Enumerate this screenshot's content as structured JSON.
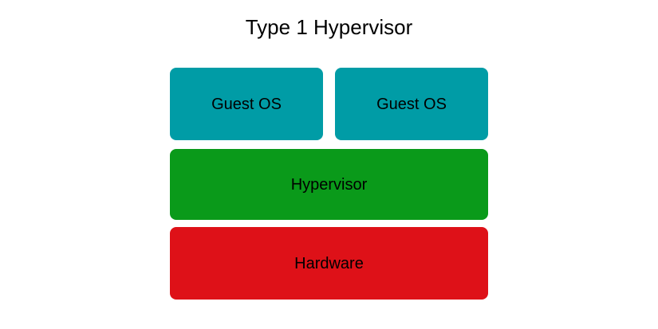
{
  "diagram": {
    "title": "Type 1 Hypervisor",
    "background_color": "#FFFFFF",
    "text_color": "#000000",
    "layers": [
      {
        "name": "guest-os-row",
        "boxes": [
          {
            "label": "Guest OS",
            "color": "#009CA6"
          },
          {
            "label": "Guest OS",
            "color": "#009CA6"
          }
        ]
      },
      {
        "name": "hypervisor-row",
        "boxes": [
          {
            "label": "Hypervisor",
            "color": "#0A9A1A"
          }
        ]
      },
      {
        "name": "hardware-row",
        "boxes": [
          {
            "label": "Hardware",
            "color": "#DE1118"
          }
        ]
      }
    ]
  }
}
